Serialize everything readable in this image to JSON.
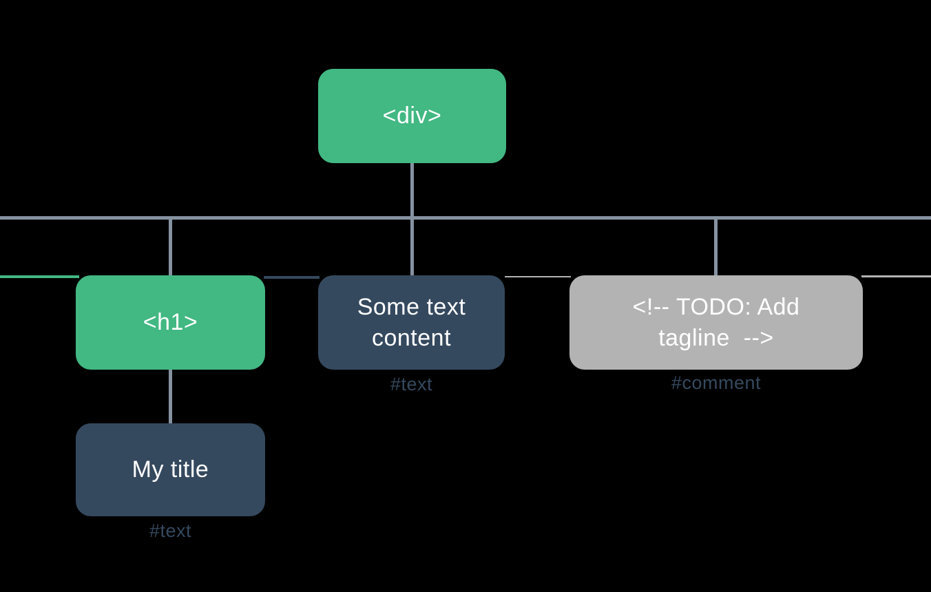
{
  "colors": {
    "background": "#000000",
    "element_green": "#42b883",
    "node_dark": "#35495e",
    "comment_gray": "#b3b3b3",
    "connector": "#8592a0",
    "label": "#35495e",
    "box_text": "#ffffff"
  },
  "nodes": {
    "root": {
      "label": "<div>",
      "kind": "element"
    },
    "h1": {
      "label": "<h1>",
      "kind": "element"
    },
    "text": {
      "line1": "Some text",
      "line2": "content",
      "annotation": "#text"
    },
    "comment": {
      "line1": "<!-- TODO: Add",
      "line2": "tagline  -->",
      "annotation": "#comment"
    },
    "title": {
      "label": "My title",
      "annotation": "#text"
    }
  }
}
